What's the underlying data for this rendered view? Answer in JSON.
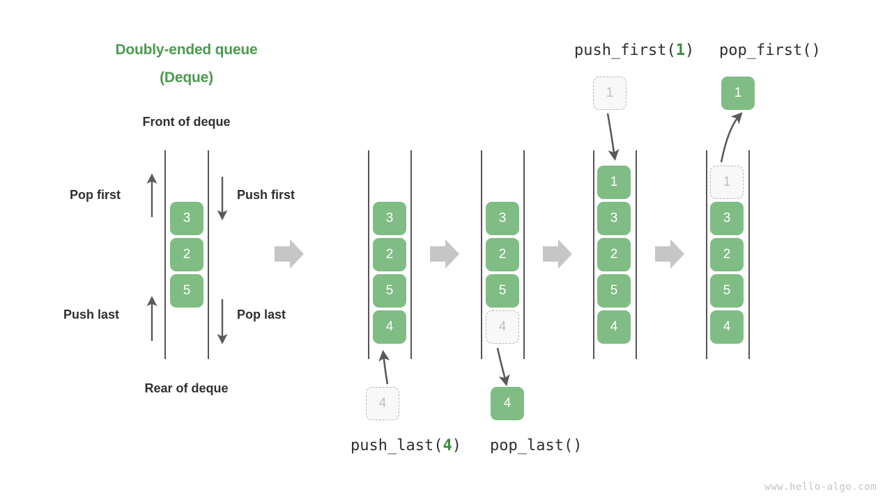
{
  "title": {
    "line1": "Doubly-ended queue",
    "line2": "(Deque)",
    "color": "#4C9A4F"
  },
  "labels": {
    "front_of_deque": "Front of deque",
    "rear_of_deque": "Rear of deque",
    "pop_first": "Pop first",
    "push_first": "Push first",
    "push_last": "Push last",
    "pop_last": "Pop last"
  },
  "captions": {
    "push_last": {
      "name": "push_last(",
      "arg": "4",
      "close": ")"
    },
    "pop_last": {
      "name": "pop_last()"
    },
    "push_first": {
      "name": "push_first(",
      "arg": "1",
      "close": ")"
    },
    "pop_first": {
      "name": "pop_first()"
    }
  },
  "colors": {
    "box_fill": "#7FBD84",
    "box_text": "#ffffff",
    "ghost_fill": "#f8f8f8",
    "ghost_text": "#bfbfbf",
    "ghost_border": "#b5b5b5",
    "rail": "#555555",
    "arrow_gray": "#c6c6c6",
    "arrow_dark": "#5a5a5a",
    "title_green": "#4C9A4F",
    "accent_green": "#3C8C41",
    "text_dark": "#2f2f2f",
    "watermark": "#c3c3c3"
  },
  "stacks": [
    {
      "id": "stack-initial",
      "name": "deque-initial",
      "cells": [
        {
          "value": "3",
          "state": "filled"
        },
        {
          "value": "2",
          "state": "filled"
        },
        {
          "value": "5",
          "state": "filled"
        }
      ]
    },
    {
      "id": "stack-before-push-last",
      "name": "deque-after-push-last",
      "cells": [
        {
          "value": "3",
          "state": "filled"
        },
        {
          "value": "2",
          "state": "filled"
        },
        {
          "value": "5",
          "state": "filled"
        },
        {
          "value": "4",
          "state": "filled"
        }
      ]
    },
    {
      "id": "stack-pop-last",
      "name": "deque-pop-last",
      "cells": [
        {
          "value": "3",
          "state": "filled"
        },
        {
          "value": "2",
          "state": "filled"
        },
        {
          "value": "5",
          "state": "filled"
        },
        {
          "value": "4",
          "state": "ghost"
        }
      ]
    },
    {
      "id": "stack-push-first",
      "name": "deque-after-push-first",
      "cells": [
        {
          "value": "1",
          "state": "filled"
        },
        {
          "value": "3",
          "state": "filled"
        },
        {
          "value": "2",
          "state": "filled"
        },
        {
          "value": "5",
          "state": "filled"
        },
        {
          "value": "4",
          "state": "filled"
        }
      ]
    },
    {
      "id": "stack-pop-first",
      "name": "deque-pop-first",
      "cells": [
        {
          "value": "1",
          "state": "ghost"
        },
        {
          "value": "3",
          "state": "filled"
        },
        {
          "value": "2",
          "state": "filled"
        },
        {
          "value": "5",
          "state": "filled"
        },
        {
          "value": "4",
          "state": "filled"
        }
      ]
    }
  ],
  "floating_cells": [
    {
      "name": "floating-push-last-value",
      "value": "4",
      "state": "ghost"
    },
    {
      "name": "floating-pop-last-value",
      "value": "4",
      "state": "filled"
    },
    {
      "name": "floating-push-first-value",
      "value": "1",
      "state": "ghost"
    },
    {
      "name": "floating-pop-first-value",
      "value": "1",
      "state": "filled"
    }
  ],
  "watermark": "www.hello-algo.com"
}
